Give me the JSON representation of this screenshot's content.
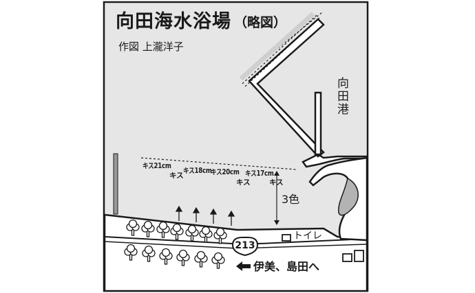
{
  "map": {
    "title": "向田海水浴場",
    "title_note": "（略図）",
    "author": "作図 上瀧洋子",
    "harbor_label": "向田港",
    "catches": [
      {
        "text": "キス21cm"
      },
      {
        "text": "キス"
      },
      {
        "text": "キス18cm"
      },
      {
        "text": "キス20cm"
      },
      {
        "text": "キス"
      },
      {
        "text": "キス17cm"
      },
      {
        "text": "キス"
      }
    ],
    "depth_label": "3色",
    "toilet_label": "トイレ",
    "route_number": "213",
    "direction_label": "伊美、島田へ",
    "colors": {
      "background": "#ffffff",
      "sea": "#e6e6e6",
      "land": "#ffffff",
      "outline": "#1a1a1a",
      "breakwater_block": "#cfcfcf"
    },
    "icons": [
      "tree-icon",
      "arrow-left-icon",
      "route-shield-icon",
      "toilet-icon",
      "buoy-marker-icon"
    ]
  }
}
